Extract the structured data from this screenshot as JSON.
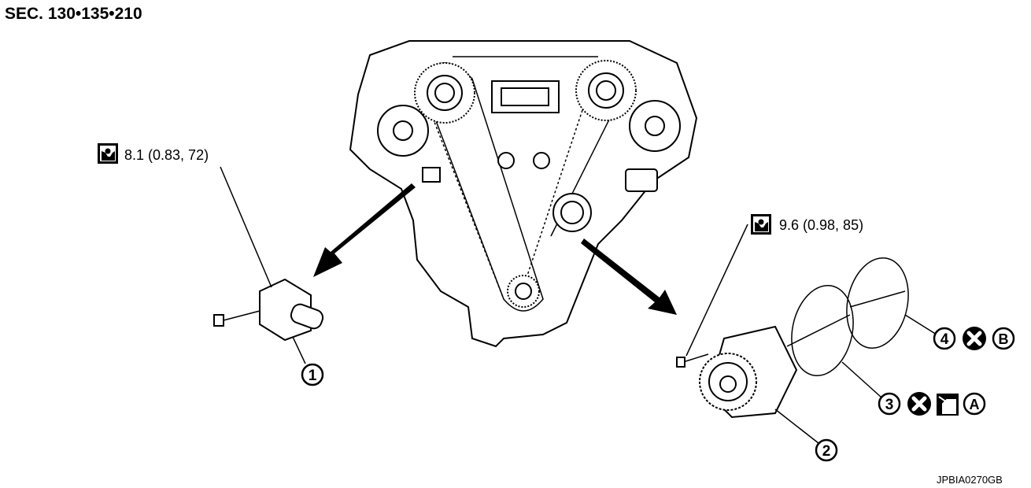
{
  "title": "SEC. 130•135•210",
  "figure_code": "JPBIA0270GB",
  "torque_specs": [
    {
      "icon": "torque-wrench-icon",
      "text": "8.1 (0.83, 72)"
    },
    {
      "icon": "torque-wrench-icon",
      "text": "9.6 (0.98, 85)"
    }
  ],
  "callouts": [
    "1",
    "2",
    "3",
    "4"
  ],
  "symbols": {
    "a": "A",
    "b": "B",
    "do_not_reuse": "do-not-reuse-icon",
    "oil": "apply-oil-icon"
  }
}
